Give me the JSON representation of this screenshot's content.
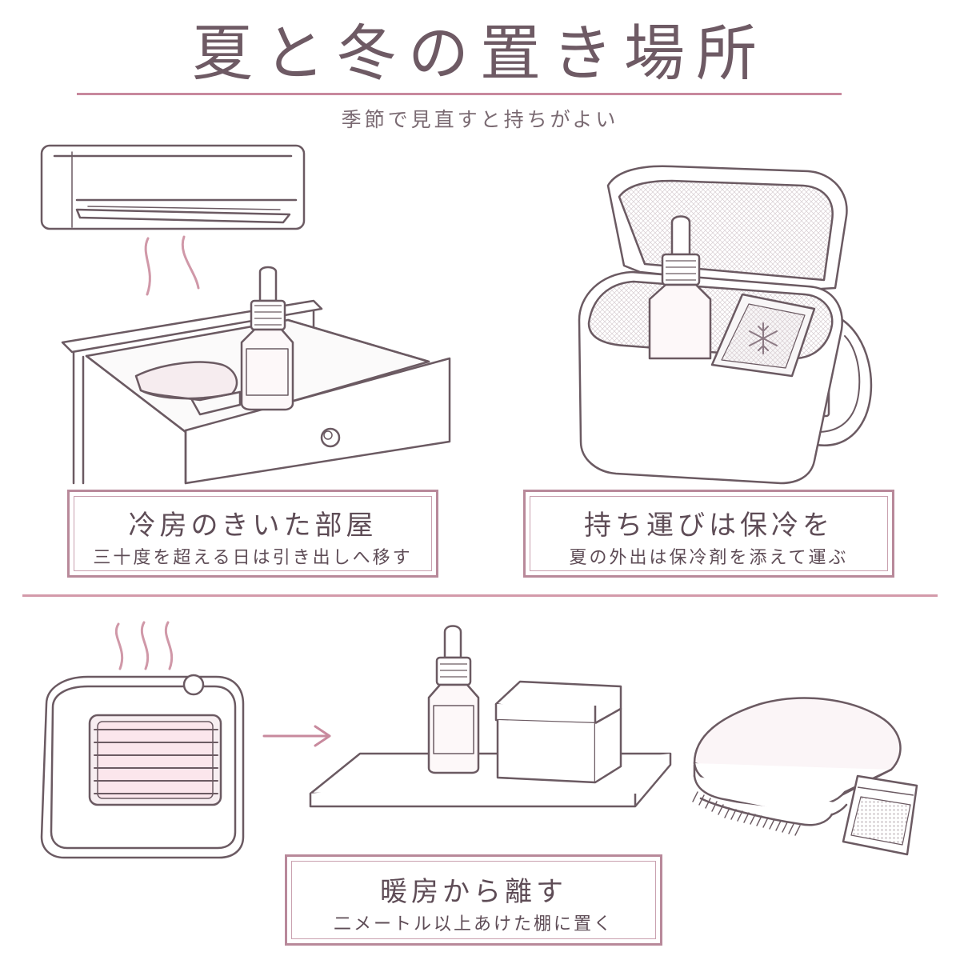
{
  "header": {
    "title": "夏と冬の置き場所",
    "subtitle": "季節で見直すと持ちがよい"
  },
  "cards": [
    {
      "title": "冷房のきいた部屋",
      "text": "三十度を超える日は引き出しへ移す"
    },
    {
      "title": "持ち運びは保冷を",
      "text": "夏の外出は保冷剤を添えて運ぶ"
    },
    {
      "title": "暖房から離す",
      "text": "二メートル以上あけた棚に置く"
    }
  ],
  "colors": {
    "line": "#6b5a62",
    "accent": "#c8899d",
    "frame": "#b8899a"
  },
  "icons": [
    "air-conditioner-icon",
    "drawer-icon",
    "dropper-bottle-icon",
    "cooler-bag-icon",
    "ice-pack-icon",
    "heater-icon",
    "arrow-right-icon",
    "shelf-icon",
    "box-icon",
    "towel-icon",
    "sachet-icon"
  ]
}
